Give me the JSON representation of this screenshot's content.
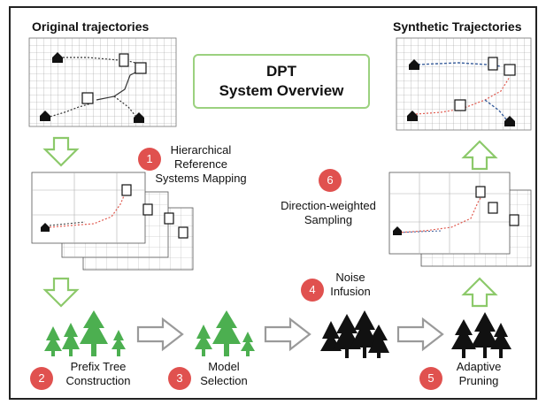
{
  "titles": {
    "left": "Original trajectories",
    "right": "Synthetic Trajectories"
  },
  "center_box": {
    "line1": "DPT",
    "line2": "System Overview"
  },
  "steps": [
    {
      "number": "1",
      "label_lines": [
        "Hierarchical",
        "Reference",
        "Systems Mapping"
      ]
    },
    {
      "number": "2",
      "label_lines": [
        "Prefix Tree",
        "Construction"
      ]
    },
    {
      "number": "3",
      "label_lines": [
        "Model",
        "Selection"
      ]
    },
    {
      "number": "4",
      "label_lines": [
        "Noise",
        "Infusion"
      ]
    },
    {
      "number": "5",
      "label_lines": [
        "Adaptive",
        "Pruning"
      ]
    },
    {
      "number": "6",
      "label_lines": [
        "Direction-weighted",
        "Sampling"
      ]
    }
  ],
  "colors": {
    "badge": "#e0514f",
    "arrow_green": "#8cc96a",
    "tree_green": "#4caf50",
    "tree_black": "#111111",
    "arrow_gray": "#9a9a9a",
    "trajectory_red": "#e05a4f",
    "trajectory_blue": "#3a5f9c"
  }
}
